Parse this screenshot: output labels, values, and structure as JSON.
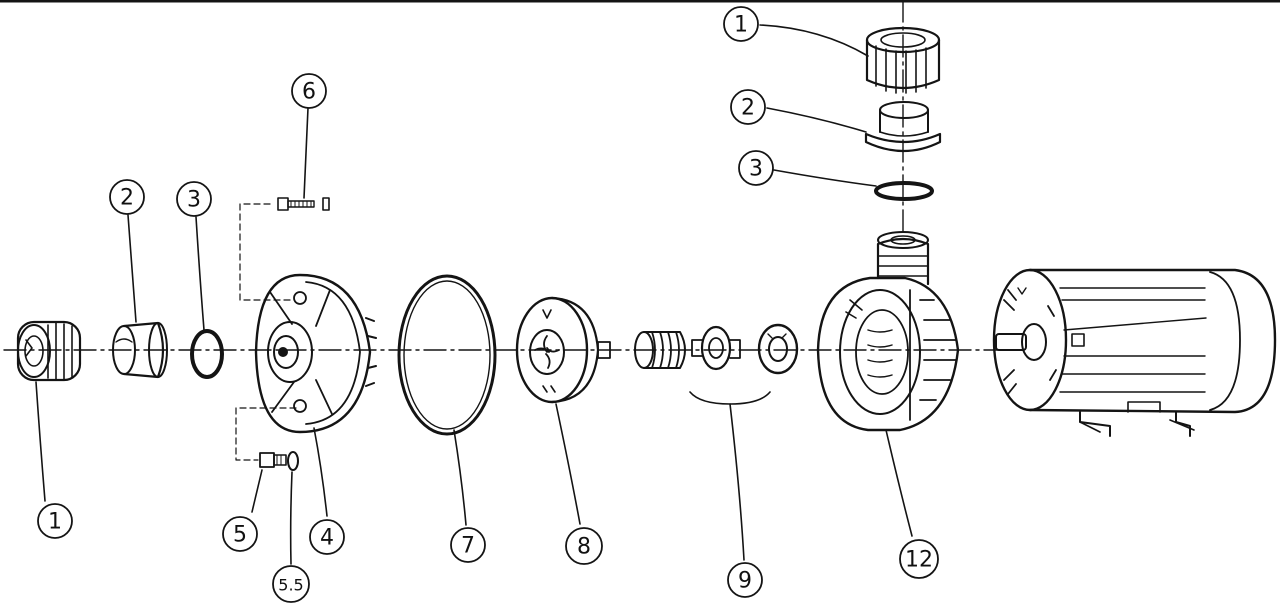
{
  "diagram": {
    "callouts": [
      {
        "id": "c-1-left",
        "label": "1",
        "part": "union-nut"
      },
      {
        "id": "c-2-left",
        "label": "2",
        "part": "union-tailpiece"
      },
      {
        "id": "c-3-left",
        "label": "3",
        "part": "o-ring-small"
      },
      {
        "id": "c-4",
        "label": "4",
        "part": "seal-plate"
      },
      {
        "id": "c-5",
        "label": "5",
        "part": "drain-plug"
      },
      {
        "id": "c-55",
        "label": "5.5",
        "part": "drain-plug-gasket"
      },
      {
        "id": "c-6",
        "label": "6",
        "part": "bolt-set"
      },
      {
        "id": "c-7",
        "label": "7",
        "part": "housing-gasket"
      },
      {
        "id": "c-8",
        "label": "8",
        "part": "impeller"
      },
      {
        "id": "c-9",
        "label": "9",
        "part": "shaft-seal-assembly"
      },
      {
        "id": "c-12",
        "label": "12",
        "part": "pump-housing"
      },
      {
        "id": "c-1-top",
        "label": "1",
        "part": "union-nut"
      },
      {
        "id": "c-2-top",
        "label": "2",
        "part": "union-tailpiece"
      },
      {
        "id": "c-3-top",
        "label": "3",
        "part": "o-ring-small"
      }
    ]
  }
}
